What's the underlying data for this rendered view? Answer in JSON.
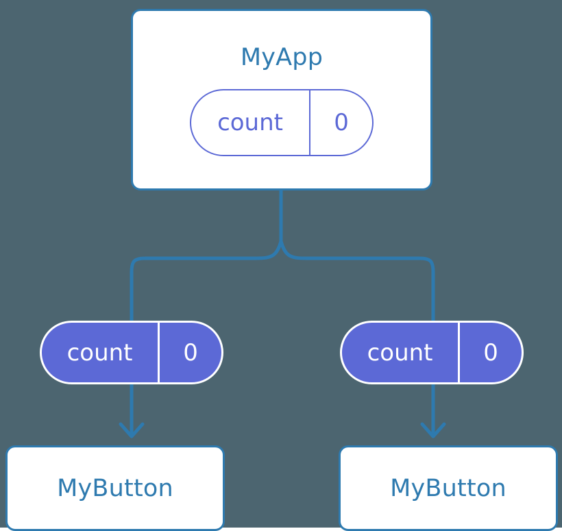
{
  "diagram": {
    "type": "component-state-propagation-tree",
    "background_color": "#4c6570",
    "accent_blue": "#2e7aaf",
    "accent_purple": "#5c69d6",
    "surface_white": "#ffffff"
  },
  "root": {
    "title": "MyApp",
    "state": {
      "name": "count",
      "value": "0"
    }
  },
  "children": [
    {
      "state": {
        "name": "count",
        "value": "0"
      },
      "title": "MyButton"
    },
    {
      "state": {
        "name": "count",
        "value": "0"
      },
      "title": "MyButton"
    }
  ]
}
